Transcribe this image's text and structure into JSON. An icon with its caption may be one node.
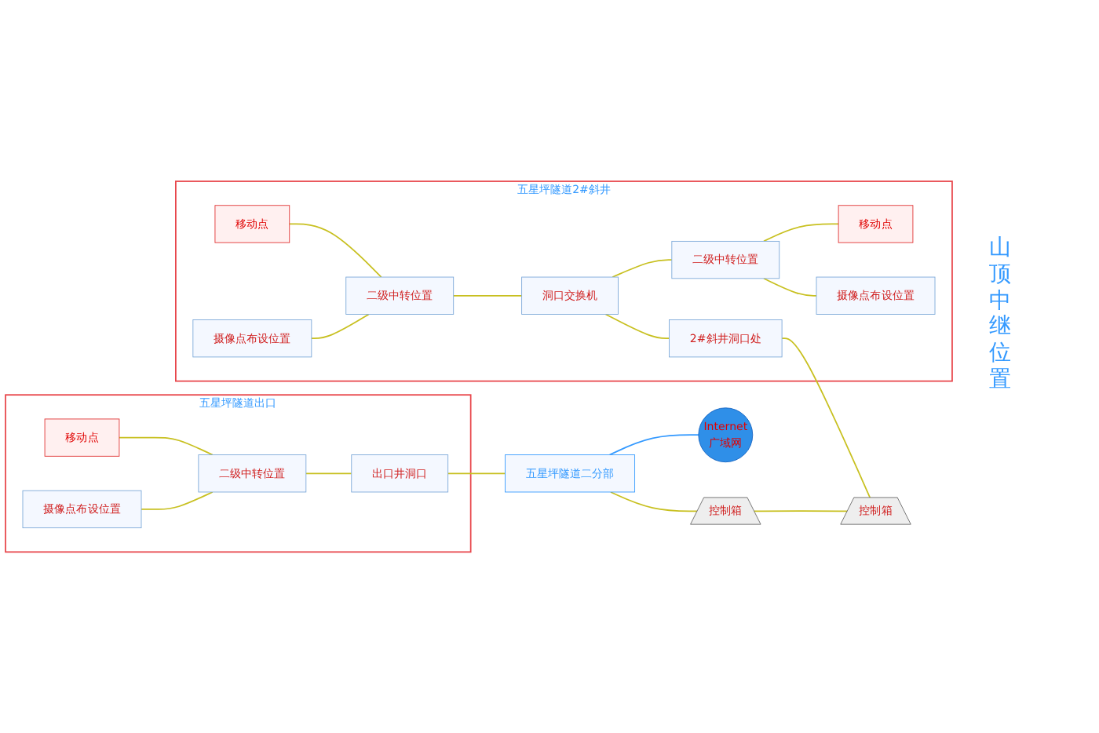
{
  "diagram": {
    "nodes": [
      {
        "text": [
          "五星坪隧道2#斜井"
        ]
      },
      {
        "text": [
          "移动点"
        ],
        "in": 0
      },
      {
        "text": [
          "摄像点布设位置"
        ],
        "in": 0
      },
      {
        "text": [
          "二级中转位置"
        ],
        "in": 0
      },
      {
        "text": [
          "洞口交换机"
        ],
        "in": 0
      },
      {
        "text": [
          "二级中转位置"
        ],
        "in": 0
      },
      {
        "text": [
          "移动点"
        ],
        "in": 0
      },
      {
        "text": [
          "摄像点布设位置"
        ],
        "in": 0
      },
      {
        "text": [
          "2#斜井洞口处"
        ],
        "in": 0
      },
      {
        "text": [
          "五星坪隧道出口"
        ]
      },
      {
        "text": [
          "移动点"
        ],
        "in": 9
      },
      {
        "text": [
          "摄像点布设位置"
        ],
        "in": 9
      },
      {
        "text": [
          "二级中转位置"
        ],
        "in": 9
      },
      {
        "text": [
          "出口井洞口"
        ],
        "in": 9
      },
      {
        "text": [
          "五星坪隧道二分部"
        ]
      },
      {
        "text": [
          "Internet",
          "广域网"
        ]
      },
      {
        "text": [
          "控制箱"
        ]
      },
      {
        "text": [
          "控制箱"
        ]
      }
    ],
    "edges": [
      {
        "from": 1,
        "to": 3,
        "arrow": "none"
      },
      {
        "from": 2,
        "to": 3,
        "arrow": "none"
      },
      {
        "from": 3,
        "to": 4,
        "arrow": "none"
      },
      {
        "from": 4,
        "to": 5,
        "arrow": "none"
      },
      {
        "from": 5,
        "to": 6,
        "arrow": "none"
      },
      {
        "from": 5,
        "to": 7,
        "arrow": "none"
      },
      {
        "from": 4,
        "to": 8,
        "arrow": "none"
      },
      {
        "from": 8,
        "to": 17,
        "arrow": "none"
      },
      {
        "from": 10,
        "to": 12,
        "arrow": "none"
      },
      {
        "from": 11,
        "to": 12,
        "arrow": "none"
      },
      {
        "from": 12,
        "to": 13,
        "arrow": "none"
      },
      {
        "from": 13,
        "to": 14,
        "arrow": "none"
      },
      {
        "from": 14,
        "to": 16,
        "arrow": "none"
      },
      {
        "from": 16,
        "to": 17,
        "arrow": "none"
      },
      {
        "from": 14,
        "to": 15,
        "arrow": "none",
        "color": "#3399ff"
      }
    ],
    "labels": [
      "山顶中继位置"
    ]
  }
}
